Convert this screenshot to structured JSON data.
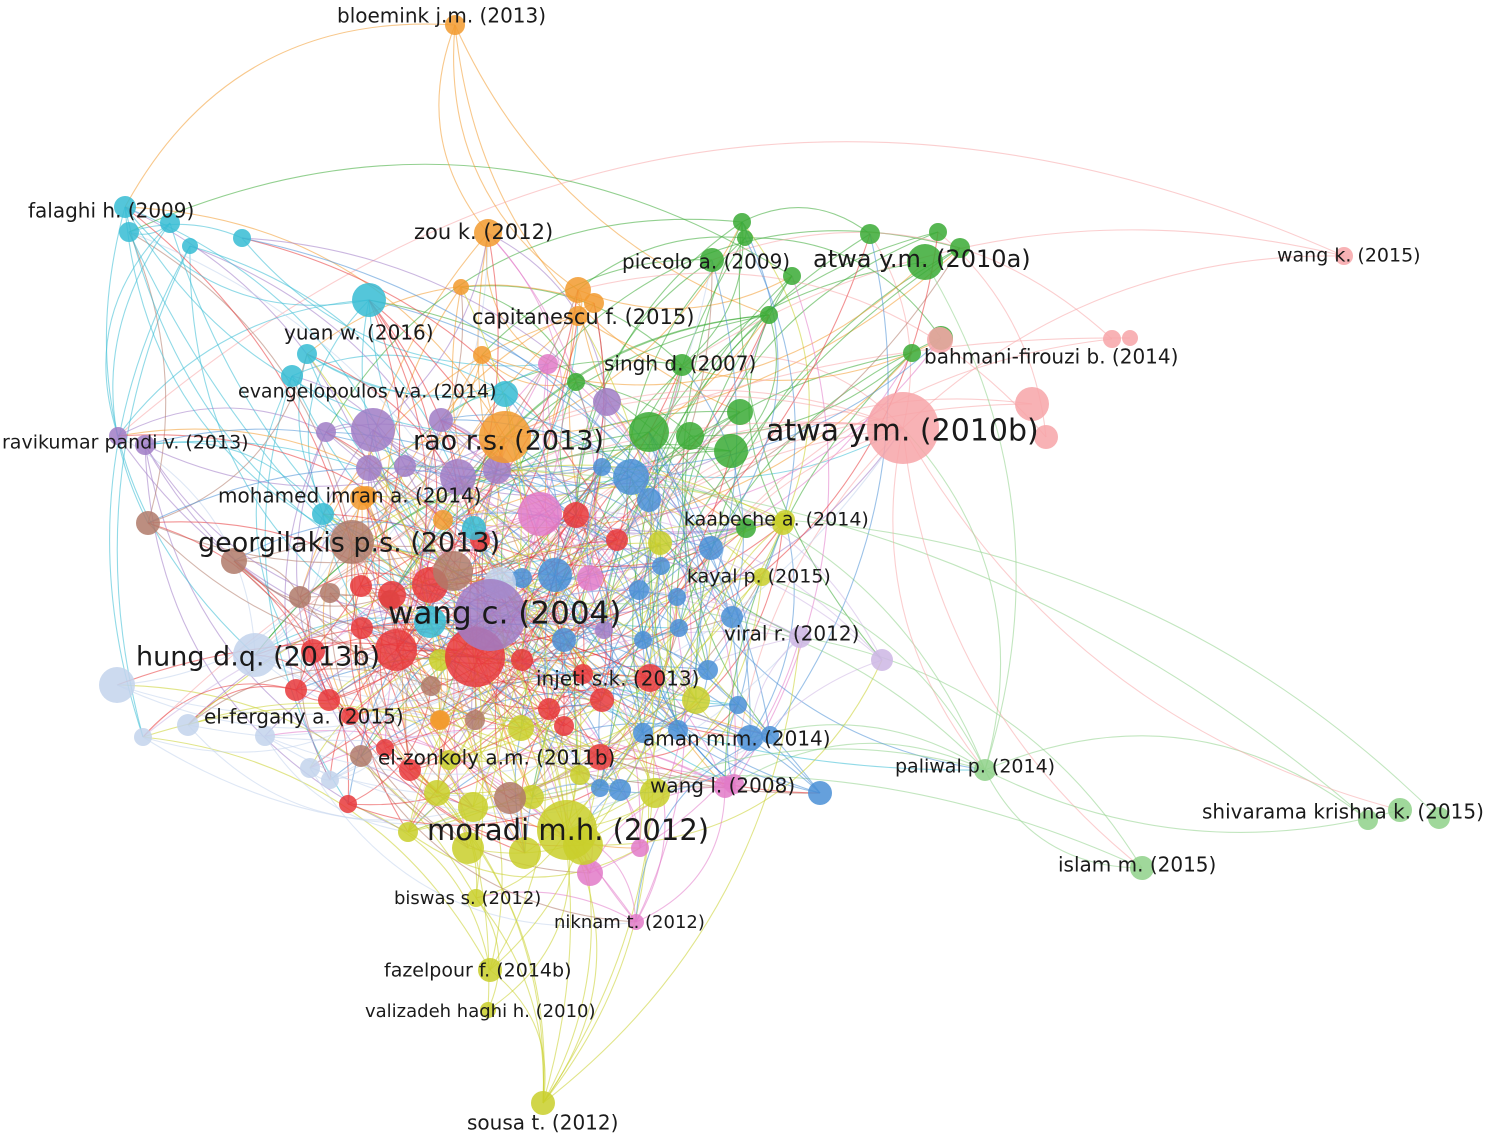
{
  "chart_data": {
    "type": "network",
    "clusters": {
      "red": "#e8383b",
      "green": "#3aaa35",
      "blue": "#4a8fd6",
      "yellow": "#c9cf2a",
      "purple": "#a07cc6",
      "cyan": "#36bcd4",
      "orange": "#f29a2e",
      "brown": "#b07a6a",
      "pink": "#e27ac8",
      "salmon": "#f7a5a8",
      "lightblue": "#c3d4ec",
      "lightgreen": "#8fd18a",
      "lavender": "#cdb6e4"
    },
    "labeled_nodes": [
      {
        "id": "bloemink",
        "label": "bloemink j.m. (2013)",
        "cluster": "orange"
      },
      {
        "id": "falaghi",
        "label": "falaghi h. (2009)",
        "cluster": "cyan"
      },
      {
        "id": "zou",
        "label": "zou k. (2012)",
        "cluster": "orange"
      },
      {
        "id": "piccolo",
        "label": "piccolo a. (2009)",
        "cluster": "green"
      },
      {
        "id": "atwa_a",
        "label": "atwa y.m. (2010a)",
        "cluster": "green"
      },
      {
        "id": "wangk",
        "label": "wang k. (2015)",
        "cluster": "salmon"
      },
      {
        "id": "capitanescu",
        "label": "capitanescu f. (2015)",
        "cluster": "orange"
      },
      {
        "id": "yuan",
        "label": "yuan w. (2016)",
        "cluster": "cyan"
      },
      {
        "id": "bahmani",
        "label": "bahmani-firouzi b. (2014)",
        "cluster": "salmon"
      },
      {
        "id": "singh",
        "label": "singh d. (2007)",
        "cluster": "green"
      },
      {
        "id": "evangelopoulos",
        "label": "evangelopoulos v.a. (2014)",
        "cluster": "cyan"
      },
      {
        "id": "ravikumar",
        "label": "ravikumar pandi v. (2013)",
        "cluster": "purple"
      },
      {
        "id": "rao",
        "label": "rao r.s. (2013)",
        "cluster": "orange"
      },
      {
        "id": "atwa_b",
        "label": "atwa y.m. (2010b)",
        "cluster": "salmon"
      },
      {
        "id": "mohamed",
        "label": "mohamed imran a. (2014)",
        "cluster": "orange"
      },
      {
        "id": "kaabeche",
        "label": "kaabeche a. (2014)",
        "cluster": "yellow"
      },
      {
        "id": "georgilakis",
        "label": "georgilakis p.s. (2013)",
        "cluster": "brown"
      },
      {
        "id": "kayal",
        "label": "kayal p. (2015)",
        "cluster": "yellow"
      },
      {
        "id": "wangc",
        "label": "wang c. (2004)",
        "cluster": "purple"
      },
      {
        "id": "viral",
        "label": "viral r. (2012)",
        "cluster": "lavender"
      },
      {
        "id": "hung",
        "label": "hung d.q. (2013b)",
        "cluster": "lightblue"
      },
      {
        "id": "injeti",
        "label": "injeti s.k. (2013)",
        "cluster": "red"
      },
      {
        "id": "elfergany",
        "label": "el-fergany a. (2015)",
        "cluster": "orange"
      },
      {
        "id": "aman",
        "label": "aman m.m. (2014)",
        "cluster": "blue"
      },
      {
        "id": "elzonkoly",
        "label": "el-zonkoly a.m. (2011b)",
        "cluster": "red"
      },
      {
        "id": "paliwal",
        "label": "paliwal p. (2014)",
        "cluster": "lightgreen"
      },
      {
        "id": "wangl",
        "label": "wang l. (2008)",
        "cluster": "pink"
      },
      {
        "id": "shivarama",
        "label": "shivarama krishna k. (2015)",
        "cluster": "lightgreen"
      },
      {
        "id": "moradi",
        "label": "moradi m.h. (2012)",
        "cluster": "yellow"
      },
      {
        "id": "islam",
        "label": "islam m. (2015)",
        "cluster": "lightgreen"
      },
      {
        "id": "biswas",
        "label": "biswas s. (2012)",
        "cluster": "yellow"
      },
      {
        "id": "niknam",
        "label": "niknam t. (2012)",
        "cluster": "pink"
      },
      {
        "id": "fazelpour",
        "label": "fazelpour f. (2014b)",
        "cluster": "yellow"
      },
      {
        "id": "valizadeh",
        "label": "valizadeh haghi h. (2010)",
        "cluster": "yellow"
      },
      {
        "id": "sousa",
        "label": "sousa t. (2012)",
        "cluster": "yellow"
      }
    ]
  }
}
